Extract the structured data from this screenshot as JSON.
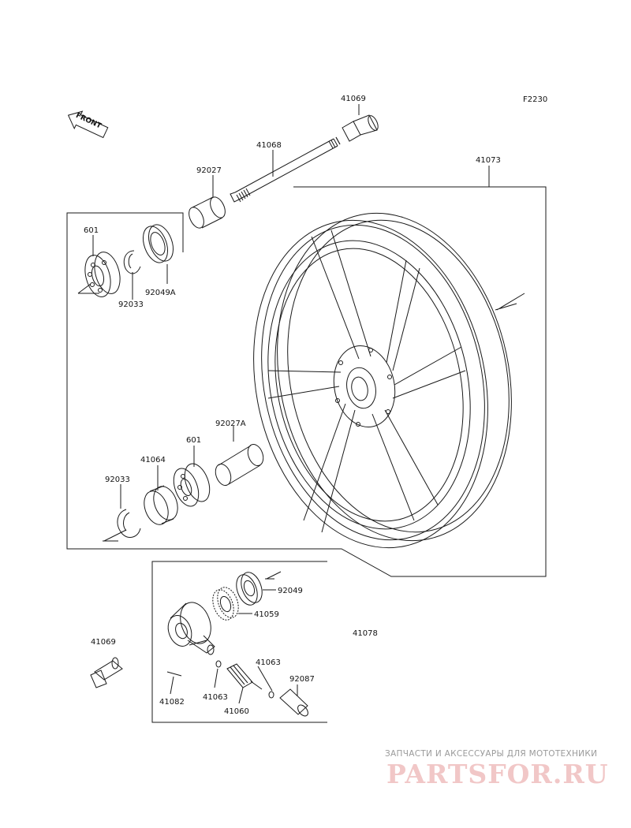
{
  "diagram": {
    "code": "F2230",
    "front_label": "FRONT",
    "parts": [
      "41069",
      "41068",
      "92027",
      "601",
      "92033",
      "92049A",
      "41073",
      "92027A",
      "601",
      "41064",
      "92033",
      "92049",
      "41059",
      "41078",
      "41069",
      "41082",
      "41063",
      "41063",
      "92087",
      "41060"
    ]
  },
  "watermark": {
    "caption": "ЗАПЧАСТИ И АКСЕССУАРЫ ДЛЯ МОТОТЕХНИКИ",
    "logo": "PARTSFOR.RU"
  },
  "colors": {
    "line": "#1a1a1a",
    "watermark_caption": "#9a9a9a",
    "watermark_logo": "#f1c7c7"
  }
}
